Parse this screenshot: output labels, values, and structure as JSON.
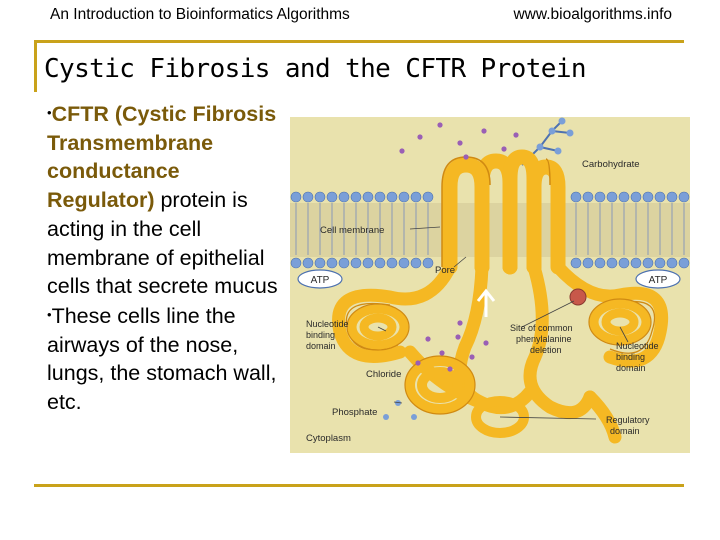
{
  "header": {
    "left": "An Introduction to Bioinformatics Algorithms",
    "right": "www.bioalgorithms.info"
  },
  "slide": {
    "title": "Cystic Fibrosis and the CFTR Protein",
    "bullets": [
      {
        "highlight": "CFTR (Cystic Fibrosis Transmembrane conductance Regulator)",
        "text": " protein is acting in the cell membrane of epithelial cells that secrete mucus"
      },
      {
        "highlight": "",
        "text": "These cells line the airways of the nose, lungs, the stomach wall, etc."
      }
    ]
  },
  "figure": {
    "labels": {
      "carbohydrate": "Carbohydrate",
      "cell_membrane": "Cell membrane",
      "pore": "Pore",
      "atp_left": "ATP",
      "atp_right": "ATP",
      "nbd_left_1": "Nucleotide",
      "nbd_left_2": "binding",
      "nbd_left_3": "domain",
      "site_1": "Site of common",
      "site_2": "phenylalanine",
      "site_3": "deletion",
      "nbd_right_1": "Nucleotide",
      "nbd_right_2": "binding",
      "nbd_right_3": "domain",
      "chloride": "Chloride",
      "phosphate": "Phosphate",
      "regulatory_1": "Regulatory",
      "regulatory_2": "domain",
      "cytoplasm": "Cytoplasm"
    },
    "colors": {
      "background": "#e9e2ad",
      "protein": "#f5b823",
      "protein_dark": "#d08a12",
      "membrane_head": "#7a9fd8",
      "chloride": "#9a5fb5",
      "accent_rule": "#c9a21a"
    }
  }
}
